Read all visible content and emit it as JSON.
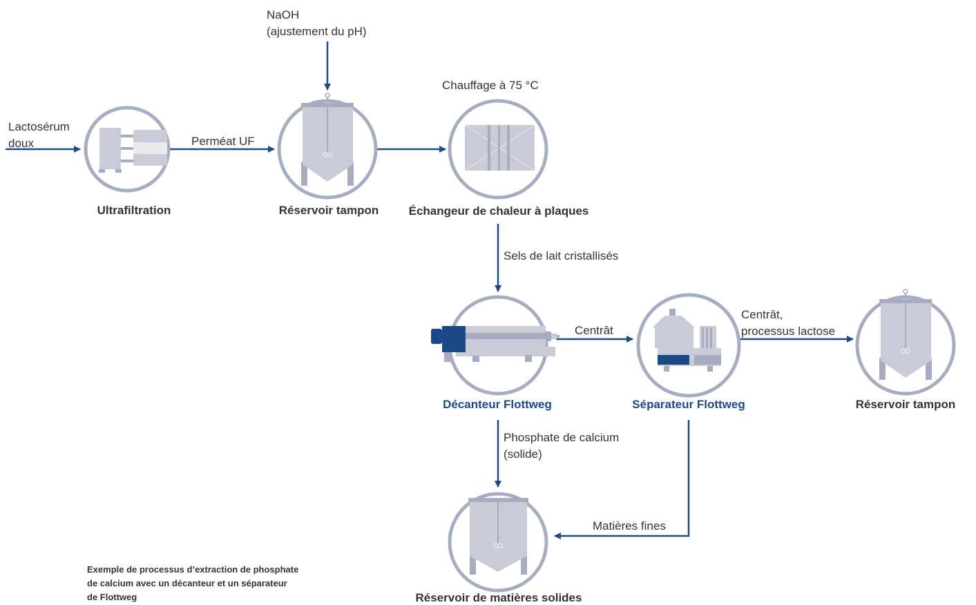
{
  "inputs": {
    "whey": "Lactosérum\ndoux",
    "naoh": "NaOH\n(ajustement du pH)",
    "heating": "Chauffage à 75 °C"
  },
  "flows": {
    "permeate": "Perméat UF",
    "crystallized": "Sels de lait cristallisés",
    "centrate": "Centrât",
    "centrate_lactose": "Centrât,\nprocessus lactose",
    "calcium_phosphate": "Phosphate de calcium\n(solide)",
    "fines": "Matières fines"
  },
  "nodes": {
    "ultrafiltration": "Ultrafiltration",
    "buffer_tank_1": "Réservoir tampon",
    "heat_exchanger": "Échangeur de chaleur à plaques",
    "decanter": "Décanteur Flottweg",
    "separator": "Séparateur Flottweg",
    "buffer_tank_2": "Réservoir tampon",
    "solids_tank": "Réservoir de matières solides"
  },
  "caption": "Exemple de processus d’extraction de phosphate\nde calcium avec un décanteur et un séparateur\nde Flottweg",
  "colors": {
    "arrow": "#1b4a86",
    "circle": "#a7adc0",
    "equipment": "#c9ccd6",
    "equipment_dark": "#a7adc0",
    "flottweg_blue": "#1b4a86"
  }
}
